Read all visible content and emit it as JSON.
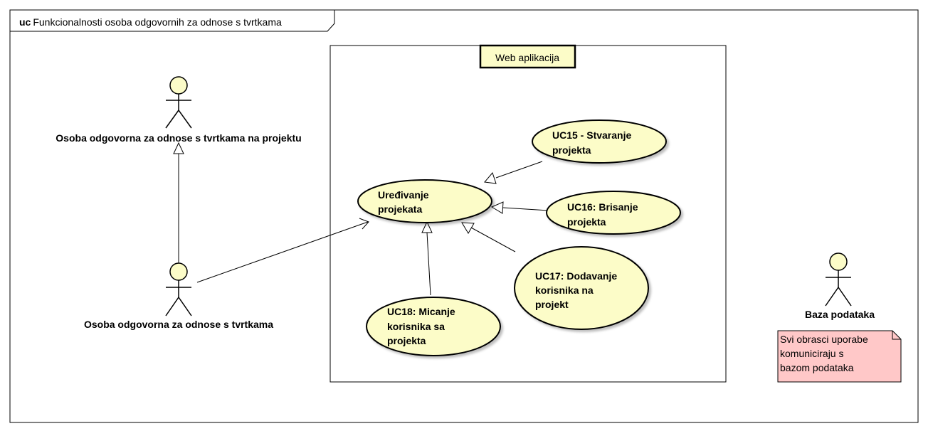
{
  "frame": {
    "keyword": "uc",
    "title": "Funkcionalnosti osoba odgovornih za odnose s tvrtkama"
  },
  "system": {
    "label": "Web aplikacija"
  },
  "actors": {
    "project_contact": "Osoba odgovorna za odnose s tvrtkama na projektu",
    "company_contact": "Osoba odgovorna za odnose s tvrtkama",
    "database": "Baza podataka"
  },
  "use_cases": {
    "edit_projects": [
      "Uređivanje",
      "projekata"
    ],
    "uc15": [
      "UC15 - Stvaranje",
      "projekta"
    ],
    "uc16": [
      "UC16: Brisanje",
      "projekta"
    ],
    "uc17": [
      "UC17: Dodavanje",
      "korisnika na",
      "projekt"
    ],
    "uc18": [
      "UC18: Micanje",
      "korisnika sa",
      "projekta"
    ]
  },
  "note": {
    "lines": [
      "Svi obrasci uporabe",
      "komuniciraju s",
      "bazom podataka"
    ]
  },
  "colors": {
    "usecase_fill": "#fcfcc8",
    "actor_fill": "#fcfcc8",
    "note_fill": "#ffc8c8",
    "stroke": "#000000"
  }
}
